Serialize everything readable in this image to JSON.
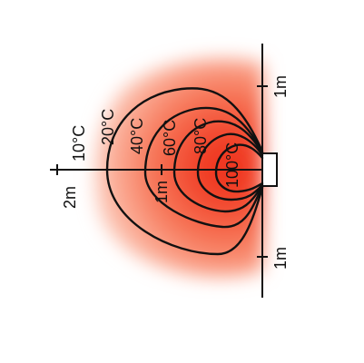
{
  "diagram": {
    "scale_labels": {
      "left_2m": "2m",
      "mid_1m": "1m",
      "top_1m": "1m",
      "bottom_1m": "1m"
    },
    "isotherms": [
      {
        "id": "t10",
        "label": "10°C"
      },
      {
        "id": "t20",
        "label": "20°C"
      },
      {
        "id": "t40",
        "label": "40°C"
      },
      {
        "id": "t60",
        "label": "60°C"
      },
      {
        "id": "t80",
        "label": "80°C"
      },
      {
        "id": "t100",
        "label": "100°C"
      }
    ],
    "colors": {
      "heat_core": "#f0402a",
      "heat_mid": "#f77a5c",
      "heat_outer": "#fbd0c2",
      "lines": "#111111",
      "background": "#ffffff"
    }
  }
}
